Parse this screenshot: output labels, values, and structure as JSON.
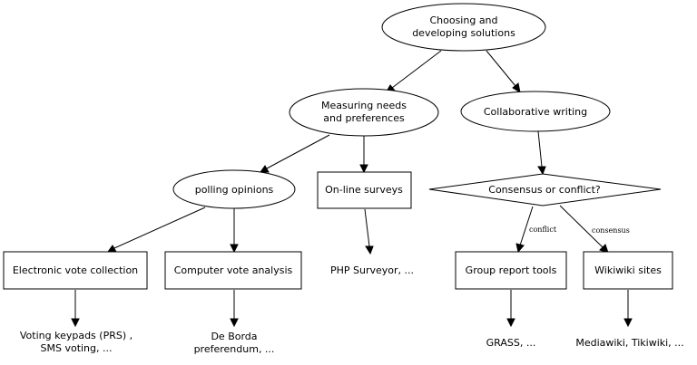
{
  "nodes": {
    "choosing": [
      "Choosing and",
      "developing solutions"
    ],
    "measuring": [
      "Measuring needs",
      "and preferences"
    ],
    "collab": [
      "Collaborative writing"
    ],
    "polling": [
      "polling opinions"
    ],
    "online": [
      "On-line surveys"
    ],
    "consensus_q": [
      "Consensus or conflict?"
    ],
    "evote": [
      "Electronic vote collection"
    ],
    "cvote": [
      "Computer vote analysis"
    ],
    "php": [
      "PHP Surveyor, ..."
    ],
    "group": [
      "Group report tools"
    ],
    "wiki": [
      "Wikiwiki sites"
    ],
    "keypads": [
      "Voting keypads (PRS) ,",
      "SMS voting, ..."
    ],
    "deborda": [
      "De Borda",
      "preferendum, ..."
    ],
    "grass": [
      "GRASS, ..."
    ],
    "mediawiki": [
      "Mediawiki, Tikiwiki, ..."
    ]
  },
  "edge_labels": {
    "conflict": "conflict",
    "consensus": "consensus"
  }
}
